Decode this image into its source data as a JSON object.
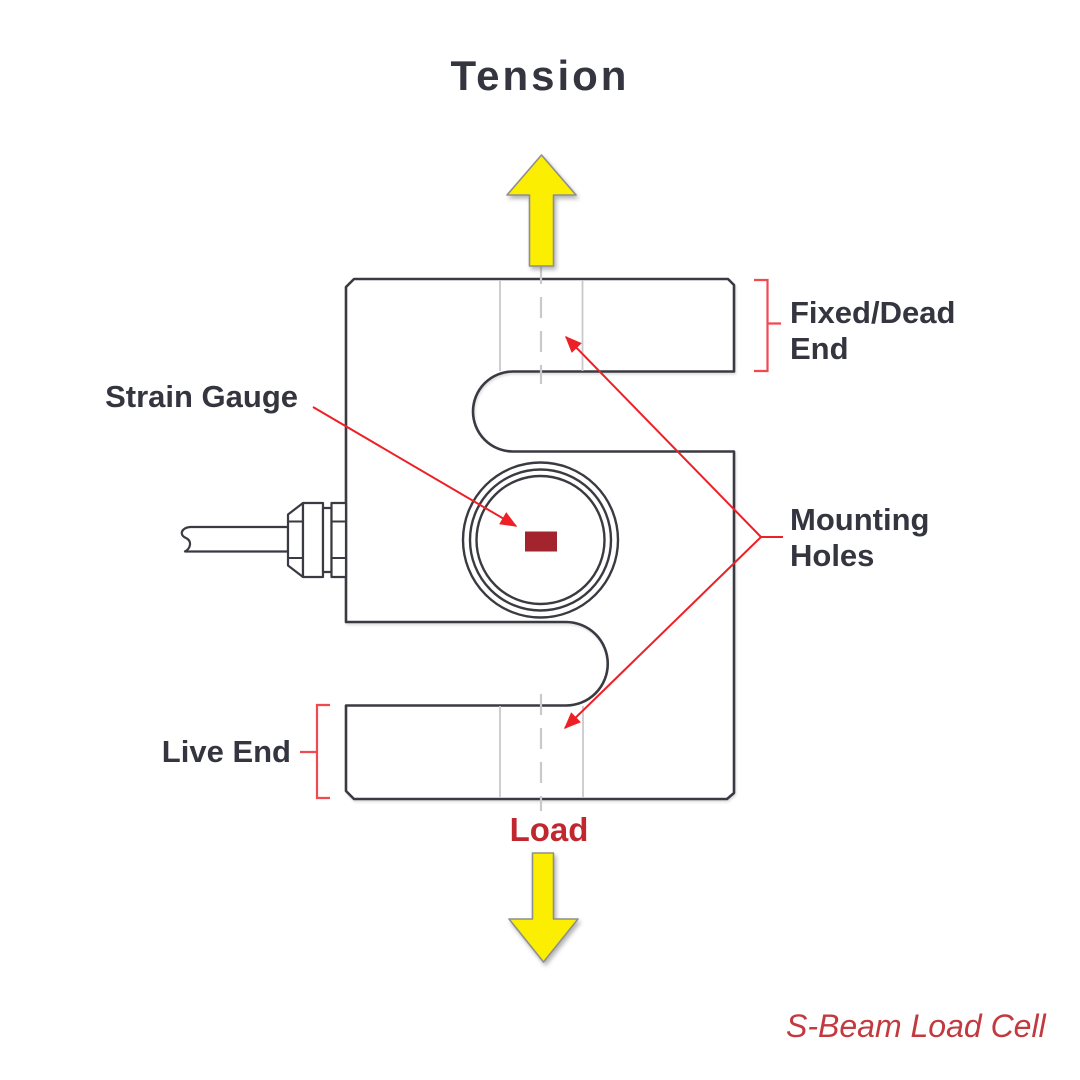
{
  "title": "Tension",
  "diagram": {
    "caption": "S-Beam Load Cell",
    "annotations": {
      "strain_gauge": "Strain Gauge",
      "fixed_dead_end": [
        "Fixed/Dead",
        "End"
      ],
      "mounting_holes": [
        "Mounting",
        "Holes"
      ],
      "live_end": "Live End",
      "load": "Load"
    },
    "icons": {
      "up_arrow": "up-arrow-icon",
      "down_arrow": "down-arrow-icon"
    },
    "colors": {
      "text_dark": "#34353f",
      "outline_dark": "#3a3a42",
      "leader_red": "#ed2027",
      "bracket_red": "#f0494f",
      "strain_gauge_red": "#a3242c",
      "load_text_red": "#c0272f",
      "caption_red": "#c23a40",
      "arrow_yellow": "#fcee00",
      "hidden_line_gray": "#c9c9cd"
    }
  }
}
